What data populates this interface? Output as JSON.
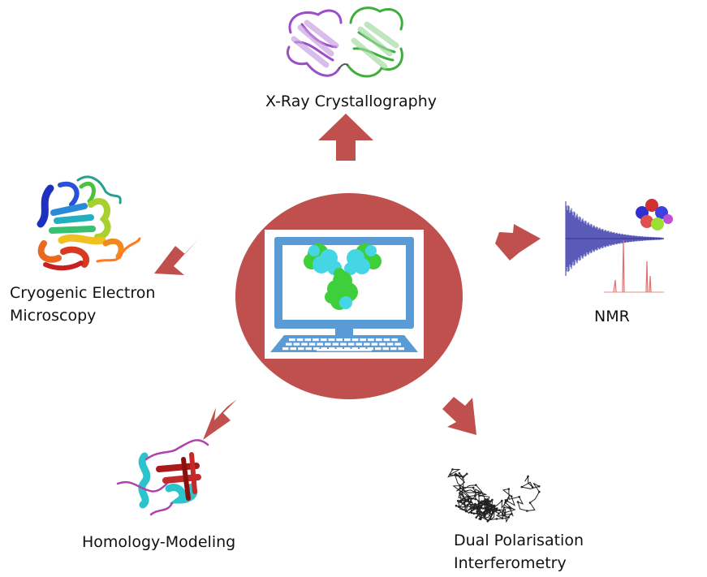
{
  "colors": {
    "hub_circle": "#c0504d",
    "arrow": "#c0504d",
    "monitor_frame": "#5b9bd5",
    "monitor_screen": "#ffffff",
    "protein_green": "#3fcf3a",
    "protein_cyan": "#45d6e6"
  },
  "methods": {
    "xray": {
      "label": "X-Ray Crystallography"
    },
    "cryo": {
      "line1": "Cryogenic Electron",
      "line2": "Microscopy"
    },
    "nmr": {
      "label": "NMR"
    },
    "homology": {
      "label": "Homology-Modeling"
    },
    "dpi": {
      "line1": "Dual Polarisation",
      "line2": "Interferometry"
    }
  }
}
